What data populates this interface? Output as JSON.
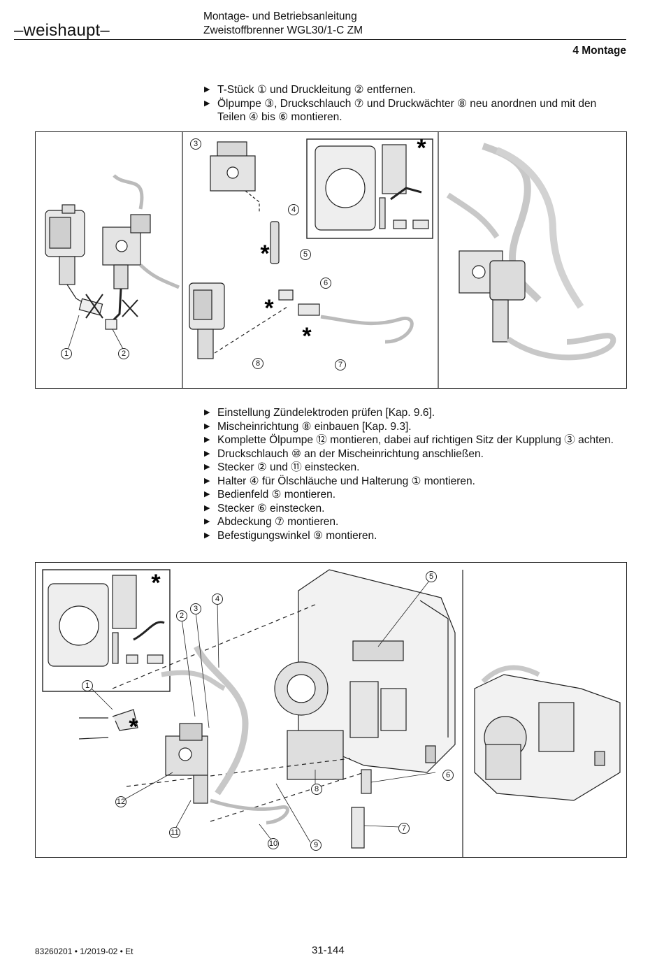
{
  "header": {
    "brand": "–weishaupt–",
    "title_line1": "Montage- und Betriebsanleitung",
    "title_line2": "Zweistoffbrenner WGL30/1-C ZM",
    "chapter": "4 Montage"
  },
  "steps_top": [
    "T-Stück ① und Druckleitung ② entfernen.",
    "Ölpumpe ③, Druckschlauch ⑦ und Druckwächter ⑧ neu anordnen und mit den Teilen ④ bis ⑥ montieren."
  ],
  "figure1": {
    "callouts": [
      "1",
      "2",
      "3",
      "4",
      "5",
      "6",
      "7",
      "8"
    ],
    "marker": "*"
  },
  "steps_bottom": [
    "Einstellung Zündelektroden prüfen [Kap. 9.6].",
    "Mischeinrichtung ⑧ einbauen [Kap. 9.3].",
    "Komplette Ölpumpe ⑫ montieren, dabei auf richtigen Sitz der Kupplung ③ achten.",
    "Druckschlauch ⑩ an der Mischeinrichtung anschließen.",
    "Stecker ② und ⑪ einstecken.",
    "Halter ④ für Ölschläuche und Halterung ① montieren.",
    "Bedienfeld ⑤ montieren.",
    "Stecker ⑥ einstecken.",
    "Abdeckung ⑦ montieren.",
    "Befestigungswinkel ⑨ montieren."
  ],
  "figure2": {
    "callouts": [
      "1",
      "2",
      "3",
      "4",
      "5",
      "6",
      "7",
      "8",
      "9",
      "10",
      "11",
      "12"
    ],
    "marker": "*"
  },
  "footer": {
    "doc_number": "83260201 • 1/2019-02 • Et",
    "page": "31-144"
  }
}
